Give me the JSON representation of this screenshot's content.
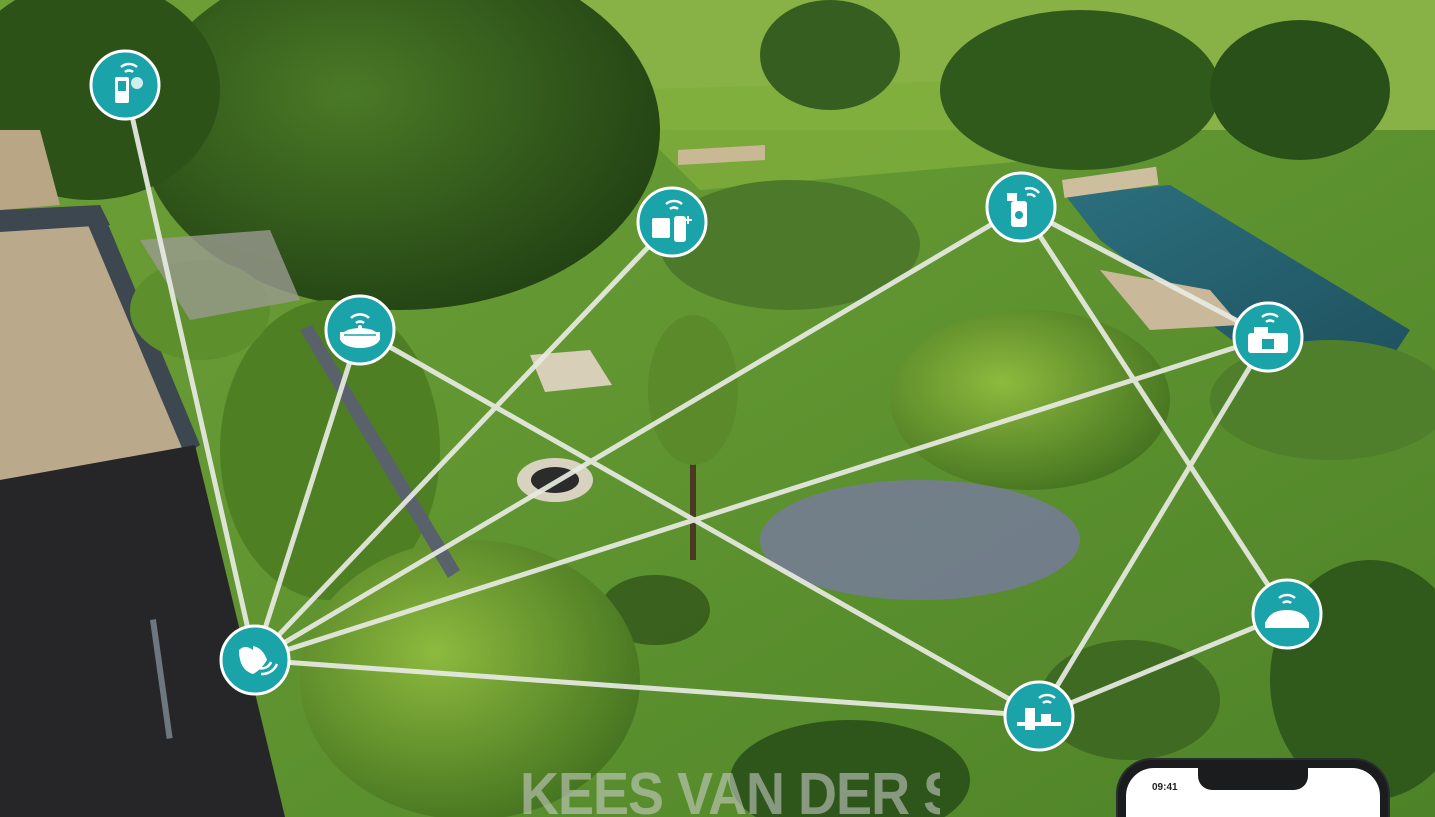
{
  "colors": {
    "accent": "#1aa3a8",
    "line": "#e6e9e2",
    "icon_fill": "#ffffff"
  },
  "watermark": "KEES VAN DER SPEK",
  "phone": {
    "time": "09:41"
  },
  "devices": [
    {
      "id": "sensor-top-left",
      "icon": "water-control-app-icon"
    },
    {
      "id": "smart-gateway",
      "icon": "smart-gateway-icon"
    },
    {
      "id": "power-adapter",
      "icon": "smart-power-adapter-icon"
    },
    {
      "id": "water-control",
      "icon": "smart-water-control-icon"
    },
    {
      "id": "pressure-pump",
      "icon": "smart-pressure-pump-icon"
    },
    {
      "id": "hub",
      "icon": "plant-sensor-hub-icon"
    },
    {
      "id": "mower",
      "icon": "robotic-mower-icon"
    },
    {
      "id": "irrigation-control",
      "icon": "irrigation-control-icon"
    }
  ]
}
